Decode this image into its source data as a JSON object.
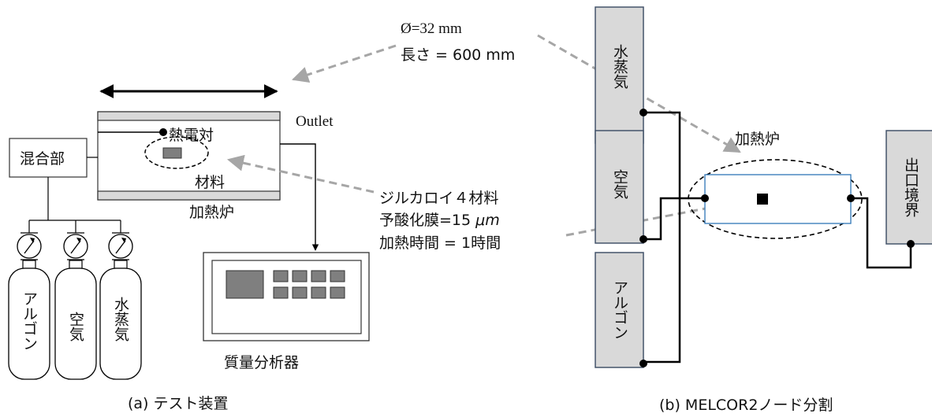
{
  "dimension_note": {
    "line1": "Ø=32 mm",
    "line2": "長さ = 600 mm"
  },
  "left": {
    "mixer_label": "混合部",
    "thermocouple_label": "熱電対",
    "material_label": "材料",
    "furnace_label": "加熱炉",
    "outlet_label": "Outlet",
    "analyzer_label": "質量分析器",
    "cylinders": [
      "アルゴン",
      "空気",
      "水蒸気"
    ],
    "caption": "(a) テスト装置"
  },
  "specimen_note": {
    "line1": "ジルカロイ４材料",
    "line2_prefix": "予酸化膜=15 ",
    "line2_unit": "μm",
    "line3": "加熱時間 = 1時間"
  },
  "right": {
    "sources": [
      "水蒸気",
      "空気",
      "アルゴン"
    ],
    "furnace_label": "加熱炉",
    "outlet_boundary": "出口境界",
    "caption": "(b) MELCOR2ノード分割"
  }
}
